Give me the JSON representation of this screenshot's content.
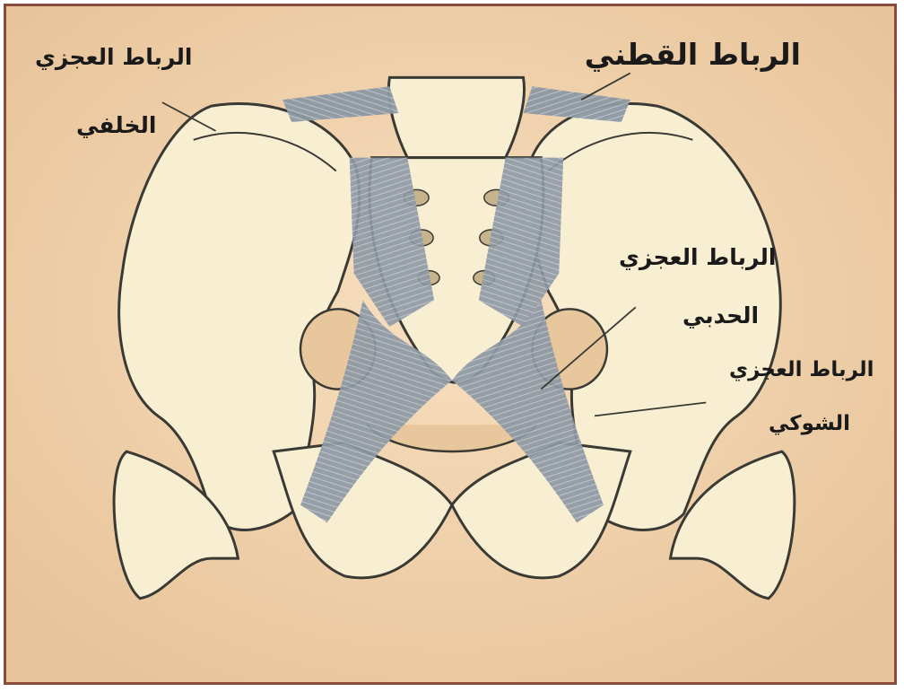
{
  "labels": {
    "iliolumbar": "الرباط القطني",
    "posterior_sacroiliac_line1": "الرباط العجزي",
    "posterior_sacroiliac_line2": "الخلفي",
    "sacrotuberous_line1": "الرباط العجزي",
    "sacrotuberous_line2": "الحدبي",
    "sacrospinous_line1": "الرباط العجزي",
    "sacrospinous_line2": "الشوكي"
  },
  "colors": {
    "frame_border": "#8a4a3c",
    "background": "#f0cfa6",
    "bone": "#f8efd2",
    "bone_outline": "#3a3a34",
    "ligament": "#8f9aa6"
  }
}
